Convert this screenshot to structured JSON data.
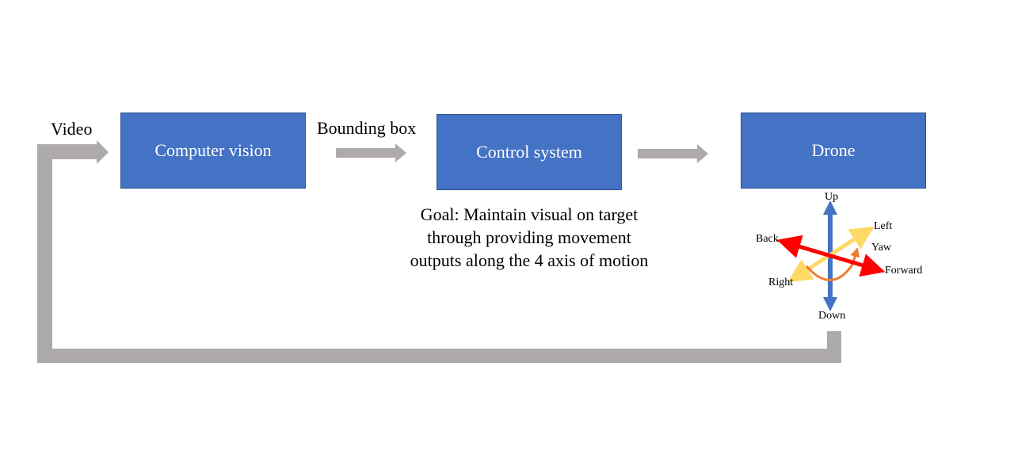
{
  "boxes": {
    "computer_vision": "Computer vision",
    "control_system": "Control system",
    "drone": "Drone"
  },
  "labels": {
    "video": "Video",
    "bounding_box": "Bounding box"
  },
  "goal": {
    "line1": "Goal: Maintain visual on target",
    "line2": "through providing movement",
    "line3": "outputs along the 4 axis of motion"
  },
  "axes": {
    "up": "Up",
    "down": "Down",
    "left": "Left",
    "right": "Right",
    "back": "Back",
    "forward": "Forward",
    "yaw": "Yaw"
  },
  "colors": {
    "box_fill": "#4472c4",
    "arrow_gray": "#aeaaaa",
    "vertical_axis": "#4472c4",
    "forward_back_axis": "#ff0000",
    "left_right_axis": "#ffd966",
    "yaw_arc": "#ed7d31"
  }
}
